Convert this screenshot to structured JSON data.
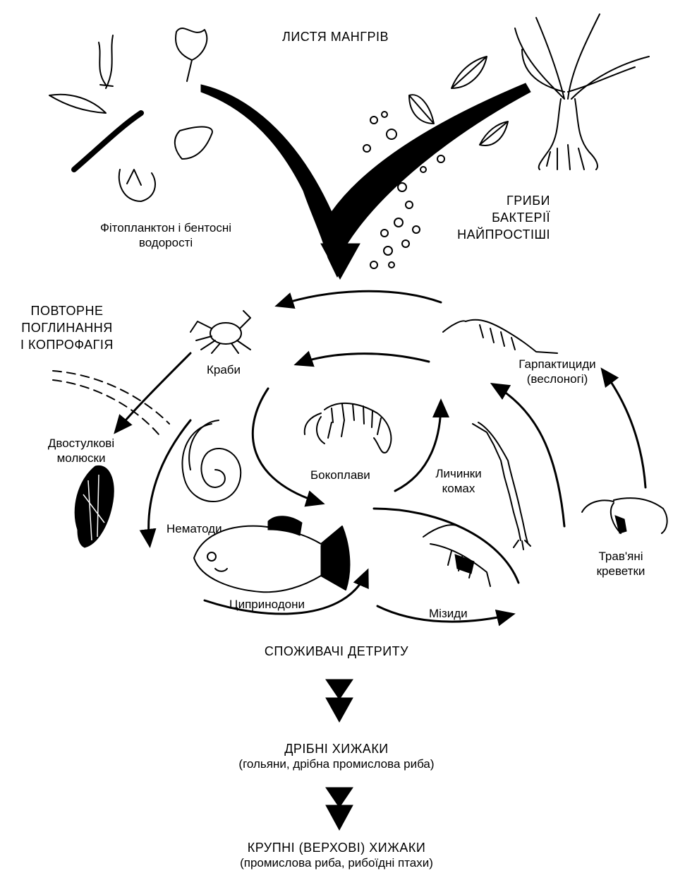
{
  "labels": {
    "mangrove_leaves": "ЛИСТЯ МАНГРІВ",
    "phytoplankton_line1": "Фітопланктон і бентосні",
    "phytoplankton_line2": "водорості",
    "microbes_line1": "ГРИБИ",
    "microbes_line2": "БАКТЕРІЇ",
    "microbes_line3": "НАЙПРОСТІШІ",
    "reuptake_line1": "ПОВТОРНЕ",
    "reuptake_line2": "ПОГЛИНАННЯ",
    "reuptake_line3": "І КОПРОФАГІЯ",
    "crabs": "Краби",
    "bivalves_line1": "Двостулкові",
    "bivalves_line2": "молюски",
    "nematodes": "Нематоди",
    "amphipods": "Бокоплави",
    "midge_larvae_line1": "Личинки",
    "midge_larvae_line2": "комах",
    "harpacticoids_line1": "Гарпактициди",
    "harpacticoids_line2": "(веслоногі)",
    "grass_shrimp_line1": "Трав'яні",
    "grass_shrimp_line2": "креветки",
    "cyprinodonts": "Ципринодони",
    "mysids": "Мізиди",
    "detritus_consumers": "СПОЖИВАЧІ ДЕТРИТУ",
    "small_predators": "ДРІБНІ ХИЖАКИ",
    "small_predators_examples": "(гольяни, дрібна промислова риба)",
    "top_predators": "КРУПНІ (ВЕРХОВІ) ХИЖАКИ",
    "top_predators_examples": "(промислова риба, рибоїдні птахи)"
  },
  "icons": [
    "algae-icon",
    "mangrove-tree-icon",
    "mangrove-leaf-icon",
    "microbe-icon",
    "crab-icon",
    "bivalve-icon",
    "nematode-icon",
    "amphipod-icon",
    "midge-larva-icon",
    "copepod-icon",
    "shrimp-icon",
    "fish-icon",
    "mysid-icon"
  ],
  "colors": {
    "ink": "#000000",
    "background": "#ffffff"
  }
}
